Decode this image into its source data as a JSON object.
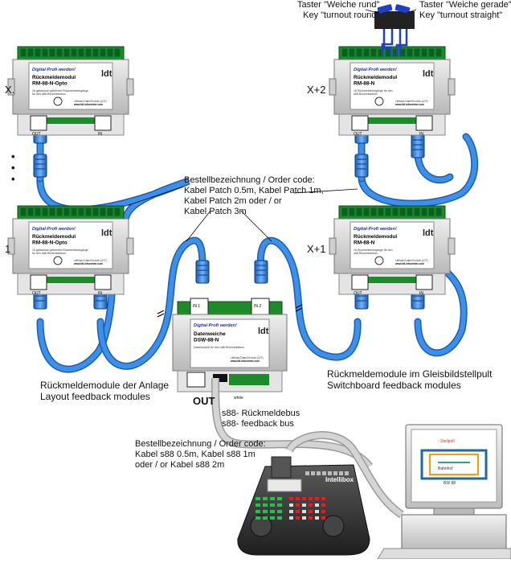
{
  "labels": {
    "index_x": "X.",
    "index_1": "1",
    "index_x2": "X+2",
    "index_x1": "X+1",
    "key_round": "Taster \"Weiche rund\"\nKey \"turnout round\"",
    "key_straight": "Taster \"Weiche gerade\"\nKey \"turnout straight\"",
    "order_patch": "Bestellbezeichnung / Order code:\nKabel Patch 0.5m, Kabel Patch 1m,\nKabel Patch 2m oder / or\nKabel Patch 3m",
    "layout_modules": "Rückmeldemodule der Anlage\nLayout feedback modules",
    "switchboard_modules": "Rückmeldemodule im Gleisbildstellpult\nSwitchboard feedback modules",
    "s88_bus": "s88- Rückmeldebus\ns88- feedback bus",
    "order_s88": "Bestellbezeichnung / Order code:\nKabel s88 0.5m, Kabel s88 1m\noder / or Kabel s88 2m",
    "out_label": "OUT",
    "wire_label": "white"
  },
  "modules": [
    {
      "id": "rm-x",
      "brand": "Digital-Profi werden!",
      "name": "Rückmeldemodul\nRM-88-N-Opto",
      "desc": "16 galvanisch getrennte Rückmeldeeingänge\nfür den s88-Rückmeldebus",
      "maker": "Littfinski DatenTechnik (LDT)",
      "url": "www.ldt-infocenter.com",
      "port_left": "OUT",
      "port_right": "IN"
    },
    {
      "id": "rm-1",
      "brand": "Digital-Profi werden!",
      "name": "Rückmeldemodul\nRM-88-N-Opto",
      "desc": "16 galvanisch getrennte Rückmeldeeingänge\nfür den s88-Rückmeldebus",
      "maker": "Littfinski DatenTechnik (LDT)",
      "url": "www.ldt-infocenter.com",
      "port_left": "OUT",
      "port_right": "IN"
    },
    {
      "id": "rm-x2",
      "brand": "Digital-Profi werden!",
      "name": "Rückmeldemodul\nRM-88-N",
      "desc": "16 Rückmeldeeingänge für den\ns88-Rückmeldebus",
      "maker": "Littfinski DatenTechnik (LDT)",
      "url": "www.ldt-infocenter.com",
      "port_left": "OUT",
      "port_right": "IN"
    },
    {
      "id": "rm-x1",
      "brand": "Digital-Profi werden!",
      "name": "Rückmeldemodul\nRM-88-N",
      "desc": "16 Rückmeldeeingänge für den\ns88-Rückmeldebus",
      "maker": "Littfinski DatenTechnik (LDT)",
      "url": "www.ldt-infocenter.com",
      "port_left": "OUT",
      "port_right": "IN"
    }
  ],
  "dsw": {
    "brand": "Digital-Profi werden!",
    "name": "Datenweiche\nDSW-88-N",
    "desc": "Datenweiche für den s88-Rückmeldebus",
    "maker": "Littfinski DatenTechnik (LDT)",
    "url": "www.ldt-infocenter.com",
    "in1": "IN 1",
    "in2": "IN 2"
  },
  "intellibox": {
    "brand": "Intellibox"
  },
  "monitor": {
    "top_label": "Stellpult",
    "track_label_1": "Bahnhof",
    "track_label_2": "BW 88"
  },
  "colors": {
    "cable_blue": "#3d8fe8",
    "cable_dark": "#1a5fb4",
    "housing": "#d8d8d8",
    "label_face": "#ffffff",
    "terminal_green": "#1f8a2a",
    "brand_blue": "#1030c0",
    "s88_cable": "#c8c8c8",
    "station_body": "#333333",
    "led_green": "#24c24a",
    "led_red": "#e02020"
  }
}
